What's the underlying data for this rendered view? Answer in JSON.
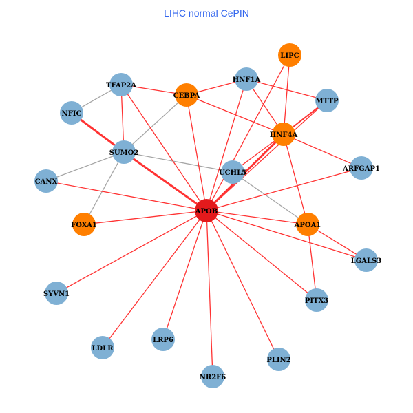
{
  "title": "LIHC normal CePIN",
  "colors": {
    "hub": "#e31a1c",
    "tf": "#ff7f00",
    "protein": "#7fb0d4",
    "edge_red": "#ff3333",
    "edge_gray": "#a6a6a6"
  },
  "nodes": [
    {
      "id": "LIPC",
      "type": "tf"
    },
    {
      "id": "HNF1A",
      "type": "protein"
    },
    {
      "id": "TFAP2A",
      "type": "protein"
    },
    {
      "id": "CEBPA",
      "type": "tf"
    },
    {
      "id": "MTTP",
      "type": "protein"
    },
    {
      "id": "NFIC",
      "type": "protein"
    },
    {
      "id": "HNF4A",
      "type": "tf"
    },
    {
      "id": "SUMO2",
      "type": "protein"
    },
    {
      "id": "UCHL5",
      "type": "protein"
    },
    {
      "id": "ARFGAP1",
      "type": "protein"
    },
    {
      "id": "CANX",
      "type": "protein"
    },
    {
      "id": "APOB",
      "type": "hub"
    },
    {
      "id": "FOXA1",
      "type": "tf"
    },
    {
      "id": "APOA1",
      "type": "tf"
    },
    {
      "id": "LGALS3",
      "type": "protein"
    },
    {
      "id": "SYVN1",
      "type": "protein"
    },
    {
      "id": "PITX3",
      "type": "protein"
    },
    {
      "id": "LDLR",
      "type": "protein"
    },
    {
      "id": "LRP6",
      "type": "protein"
    },
    {
      "id": "PLIN2",
      "type": "protein"
    },
    {
      "id": "NR2F6",
      "type": "protein"
    }
  ],
  "edges": [
    {
      "s": "TFAP2A",
      "t": "NFIC",
      "kind": "gray"
    },
    {
      "s": "CEBPA",
      "t": "SUMO2",
      "kind": "gray"
    },
    {
      "s": "SUMO2",
      "t": "CANX",
      "kind": "gray"
    },
    {
      "s": "SUMO2",
      "t": "FOXA1",
      "kind": "gray"
    },
    {
      "s": "SUMO2",
      "t": "UCHL5",
      "kind": "gray"
    },
    {
      "s": "UCHL5",
      "t": "APOA1",
      "kind": "gray"
    },
    {
      "s": "TFAP2A",
      "t": "CEBPA",
      "kind": "red"
    },
    {
      "s": "TFAP2A",
      "t": "SUMO2",
      "kind": "red"
    },
    {
      "s": "TFAP2A",
      "t": "APOB",
      "kind": "red"
    },
    {
      "s": "NFIC",
      "t": "SUMO2",
      "kind": "red",
      "w": 3
    },
    {
      "s": "SUMO2",
      "t": "APOB",
      "kind": "red",
      "w": 3
    },
    {
      "s": "CANX",
      "t": "APOB",
      "kind": "red"
    },
    {
      "s": "FOXA1",
      "t": "APOB",
      "kind": "red"
    },
    {
      "s": "CEBPA",
      "t": "APOB",
      "kind": "red"
    },
    {
      "s": "CEBPA",
      "t": "HNF1A",
      "kind": "red"
    },
    {
      "s": "CEBPA",
      "t": "HNF4A",
      "kind": "red"
    },
    {
      "s": "HNF1A",
      "t": "MTTP",
      "kind": "red"
    },
    {
      "s": "HNF1A",
      "t": "HNF4A",
      "kind": "red"
    },
    {
      "s": "HNF1A",
      "t": "APOB",
      "kind": "red"
    },
    {
      "s": "LIPC",
      "t": "APOB",
      "kind": "red"
    },
    {
      "s": "LIPC",
      "t": "HNF4A",
      "kind": "red"
    },
    {
      "s": "MTTP",
      "t": "HNF4A",
      "kind": "red",
      "w": 2
    },
    {
      "s": "MTTP",
      "t": "APOB",
      "kind": "red"
    },
    {
      "s": "HNF4A",
      "t": "APOB",
      "kind": "red",
      "w": 3
    },
    {
      "s": "HNF4A",
      "t": "UCHL5",
      "kind": "red"
    },
    {
      "s": "HNF4A",
      "t": "ARFGAP1",
      "kind": "red"
    },
    {
      "s": "HNF4A",
      "t": "APOA1",
      "kind": "red"
    },
    {
      "s": "ARFGAP1",
      "t": "APOB",
      "kind": "red"
    },
    {
      "s": "APOA1",
      "t": "APOB",
      "kind": "red"
    },
    {
      "s": "APOB",
      "t": "LGALS3",
      "kind": "red"
    },
    {
      "s": "APOA1",
      "t": "LGALS3",
      "kind": "red"
    },
    {
      "s": "APOA1",
      "t": "PITX3",
      "kind": "red"
    },
    {
      "s": "APOB",
      "t": "PITX3",
      "kind": "red"
    },
    {
      "s": "APOB",
      "t": "SYVN1",
      "kind": "red"
    },
    {
      "s": "APOB",
      "t": "LDLR",
      "kind": "red"
    },
    {
      "s": "APOB",
      "t": "LRP6",
      "kind": "red"
    },
    {
      "s": "APOB",
      "t": "NR2F6",
      "kind": "red"
    },
    {
      "s": "APOB",
      "t": "PLIN2",
      "kind": "red"
    }
  ]
}
